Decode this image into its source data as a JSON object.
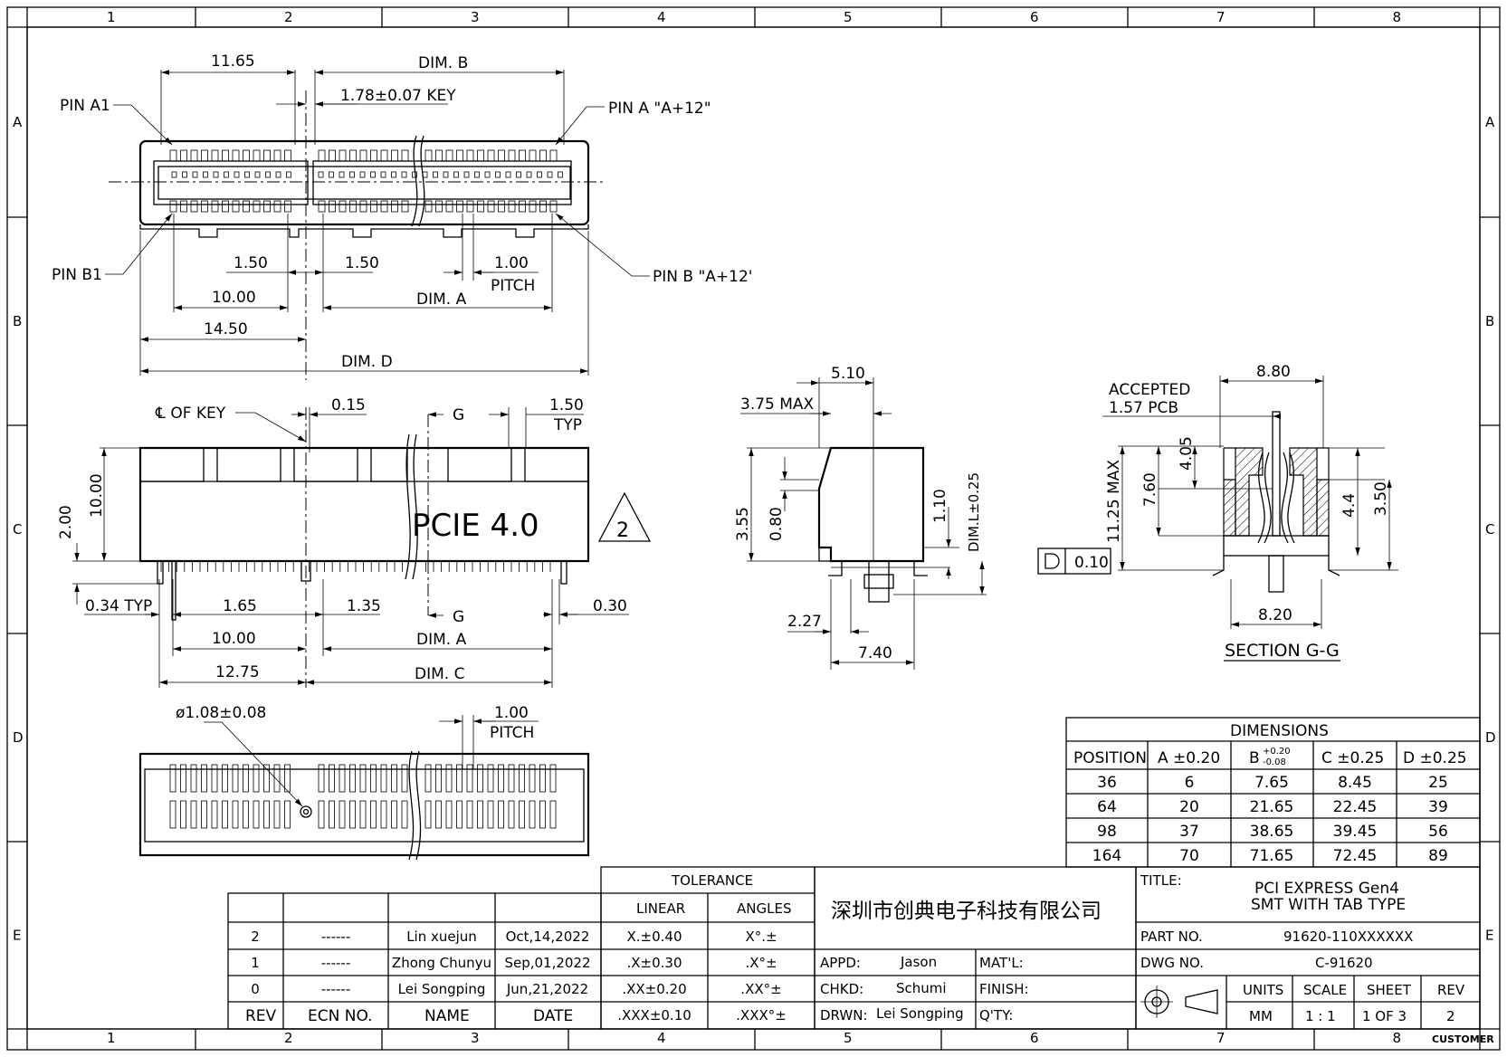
{
  "frame": {
    "cols": [
      "1",
      "2",
      "3",
      "4",
      "5",
      "6",
      "7",
      "8"
    ],
    "rows": [
      "A",
      "B",
      "C",
      "D",
      "E"
    ],
    "customer": "CUSTOMER"
  },
  "top_view": {
    "dim_1165": "11.65",
    "dim_b": "DIM. B",
    "key": "1.78±0.07 KEY",
    "pin_a1": "PIN A1",
    "pin_a12": "PIN A \"A+12\"",
    "pin_b1": "PIN B1",
    "pin_b12": "PIN B \"A+12'",
    "d150a": "1.50",
    "d150b": "1.50",
    "d100": "1.00",
    "pitch": "PITCH",
    "d1000": "10.00",
    "dim_a": "DIM. A",
    "d1450": "14.50",
    "dim_d": "DIM. D"
  },
  "front_view": {
    "key_cl": "℄ OF KEY",
    "d015": "0.15",
    "g_top": "G",
    "d150": "1.50",
    "typ": "TYP",
    "d1000v": "10.00",
    "d200v": "2.00",
    "marking": "PCIE  4.0",
    "note_num": "2",
    "d034": "0.34 TYP",
    "d165": "1.65",
    "d135": "1.35",
    "g_bot": "G",
    "d030": "0.30",
    "d1000": "10.00",
    "dim_a": "DIM. A",
    "d1275": "12.75",
    "dim_c": "DIM. C"
  },
  "bottom_view": {
    "hole": "ø1.08±0.08",
    "d100": "1.00",
    "pitch": "PITCH"
  },
  "side_view": {
    "d510": "5.10",
    "d375": "3.75 MAX",
    "d355": "3.55",
    "d080": "0.80",
    "d110": "1.10",
    "diml": "DIM.L±0.25",
    "d227": "2.27",
    "d740": "7.40"
  },
  "section_view": {
    "accepted": "ACCEPTED",
    "pcb": "1.57  PCB",
    "d880": "8.80",
    "d1125": "11.25 MAX",
    "d760": "7.60",
    "d405": "4.05",
    "d44": "4.4",
    "d350": "3.50",
    "flat": "0.10",
    "d820": "8.20",
    "title": "SECTION  G-G"
  },
  "dimensions_table": {
    "title": "DIMENSIONS",
    "headers": [
      "POSITION",
      "A  ±0.20",
      "B",
      "C  ±0.25",
      "D  ±0.25"
    ],
    "b_tol_plus": "+0.20",
    "b_tol_minus": "-0.08",
    "rows": [
      [
        "36",
        "6",
        "7.65",
        "8.45",
        "25"
      ],
      [
        "64",
        "20",
        "21.65",
        "22.45",
        "39"
      ],
      [
        "98",
        "37",
        "38.65",
        "39.45",
        "56"
      ],
      [
        "164",
        "70",
        "71.65",
        "72.45",
        "89"
      ]
    ]
  },
  "revision_table": {
    "rows": [
      [
        "2",
        "------",
        "Lin  xuejun",
        "Oct,14,2022"
      ],
      [
        "1",
        "------",
        "Zhong  Chunyu",
        "Sep,01,2022"
      ],
      [
        "0",
        "------",
        "Lei  Songping",
        "Jun,21,2022"
      ]
    ],
    "headers": [
      "REV",
      "ECN NO.",
      "NAME",
      "DATE"
    ]
  },
  "tolerance": {
    "title": "TOLERANCE",
    "linear": "LINEAR",
    "angles": "ANGLES",
    "rows": [
      [
        "X.±0.40",
        "X°.±"
      ],
      [
        ".X±0.30",
        ".X°±"
      ],
      [
        ".XX±0.20",
        ".XX°±"
      ],
      [
        ".XXX±0.10",
        ".XXX°±"
      ]
    ]
  },
  "title_block": {
    "company": "深圳市创典电子科技有限公司",
    "title_label": "TITLE:",
    "title_1": "PCI  EXPRESS  Gen4",
    "title_2": "SMT  WITH  TAB  TYPE",
    "part_label": "PART  NO.",
    "part_no": "91620-110XXXXXX",
    "dwg_label": "DWG  NO.",
    "dwg_no": "C-91620",
    "appd_label": "APPD:",
    "appd": "Jason",
    "chkd_label": "CHKD:",
    "chkd": "Schumi",
    "drwn_label": "DRWN:",
    "drwn": "Lei  Songping",
    "matl": "MAT'L:",
    "finish": "FINISH:",
    "qty": "Q'TY:",
    "units_label": "UNITS",
    "units": "MM",
    "scale_label": "SCALE",
    "scale": "1 : 1",
    "sheet_label": "SHEET",
    "sheet": "1  OF  3",
    "rev_label": "REV",
    "rev": "2"
  }
}
